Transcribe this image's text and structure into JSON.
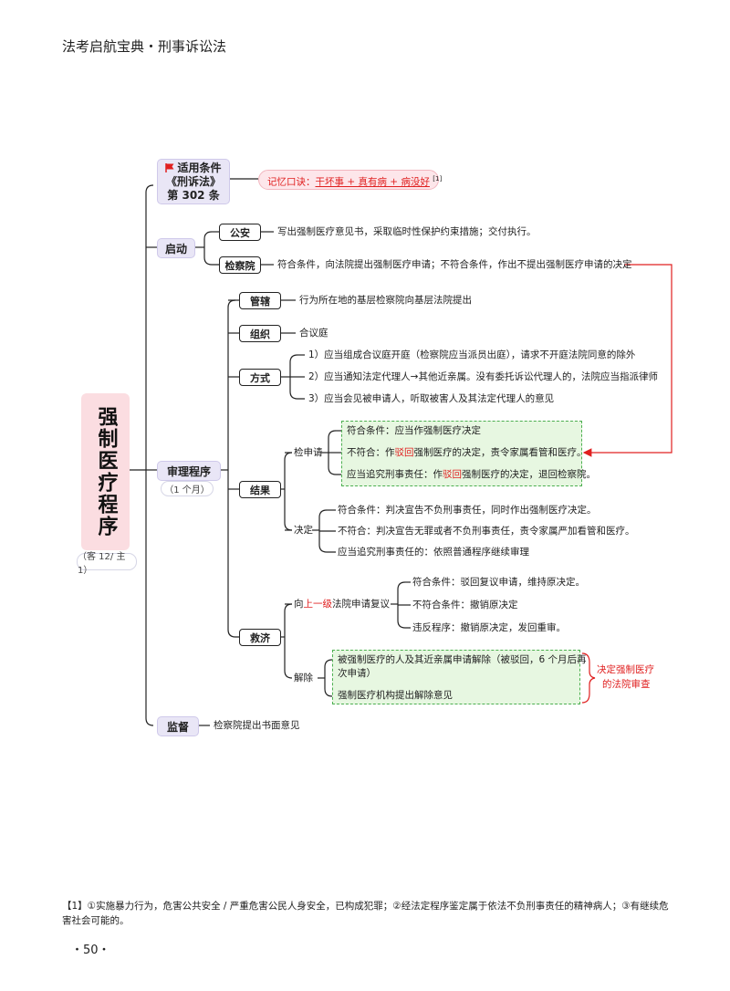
{
  "header": "法考启航宝典・刑事诉讼法",
  "root": {
    "title": "强制医疗程序",
    "tag": "（客 12/ 主 1）"
  },
  "condition": {
    "label_line1": "适用条件",
    "label_line2": "《刑诉法》",
    "label_line3": "第 302 条",
    "mnemonic_prefix": "记忆口诀：",
    "mnemonic_text": "干坏事 + 真有病 + 病没好",
    "mnemonic_ref": "[1]"
  },
  "start": {
    "label": "启动",
    "police": "公安",
    "police_text": "写出强制医疗意见书，采取临时性保护约束措施；交付执行。",
    "procuratorate": "检察院",
    "procuratorate_text": "符合条件，向法院提出强制医疗申请；不符合条件，作出不提出强制医疗申请的决定"
  },
  "trial": {
    "label": "审理程序",
    "tag": "（1 个月）",
    "jurisdiction": "管辖",
    "jurisdiction_text": "行为所在地的基层检察院向基层法院提出",
    "organization": "组织",
    "organization_text": "合议庭",
    "method": "方式",
    "method_items": [
      "1）应当组成合议庭开庭（检察院应当派员出庭），请求不开庭法院同意的除外",
      "2）应当通知法定代理人→其他近亲属。没有委托诉讼代理人的，法院应当指派律师",
      "3）应当会见被申请人，听取被害人及其法定代理人的意见"
    ],
    "result": "结果",
    "check_app": "检申请",
    "check_items": {
      "a": "符合条件：应当作强制医疗决定",
      "b_pre": "不符合：作",
      "b_red": "驳回",
      "b_post": "强制医疗的决定，责令家属看管和医疗。",
      "c_pre": "应当追究刑事责任：作",
      "c_red": "驳回",
      "c_post": "强制医疗的决定，退回检察院。"
    },
    "decision": "决定",
    "decision_items": [
      "符合条件：判决宣告不负刑事责任，同时作出强制医疗决定。",
      "不符合：判决宣告无罪或者不负刑事责任，责令家属严加看管和医疗。",
      "应当追究刑事责任的：依照普通程序继续审理"
    ],
    "remedy": "救济",
    "review_pre": "向",
    "review_red": "上一级",
    "review_post": "法院申请复议",
    "review_items": [
      "符合条件：驳回复议申请，维持原决定。",
      "不符合条件：撤销原决定",
      "违反程序：撤销原决定，发回重审。"
    ],
    "release": "解除",
    "release_items": {
      "a_line1": "被强制医疗的人及其近亲属申请解除（被驳回，6 个月后再",
      "a_line2": "次申请）",
      "b": "强制医疗机构提出解除意见"
    },
    "release_note_line1": "决定强制医疗",
    "release_note_line2": "的法院审查"
  },
  "supervision": {
    "label": "监督",
    "text": "检察院提出书面意见"
  },
  "footnote": "【1】①实施暴力行为，危害公共安全 / 严重危害公民人身安全，已构成犯罪；②经法定程序鉴定属于依法不负刑事责任的精神病人；③有继续危害社会可能的。",
  "page_number": "・50・",
  "colors": {
    "accent_red": "#e02020",
    "level1_bg": "#e9e6f6",
    "root_bg": "#fbdde1",
    "green_box": "#e7f7e1"
  }
}
